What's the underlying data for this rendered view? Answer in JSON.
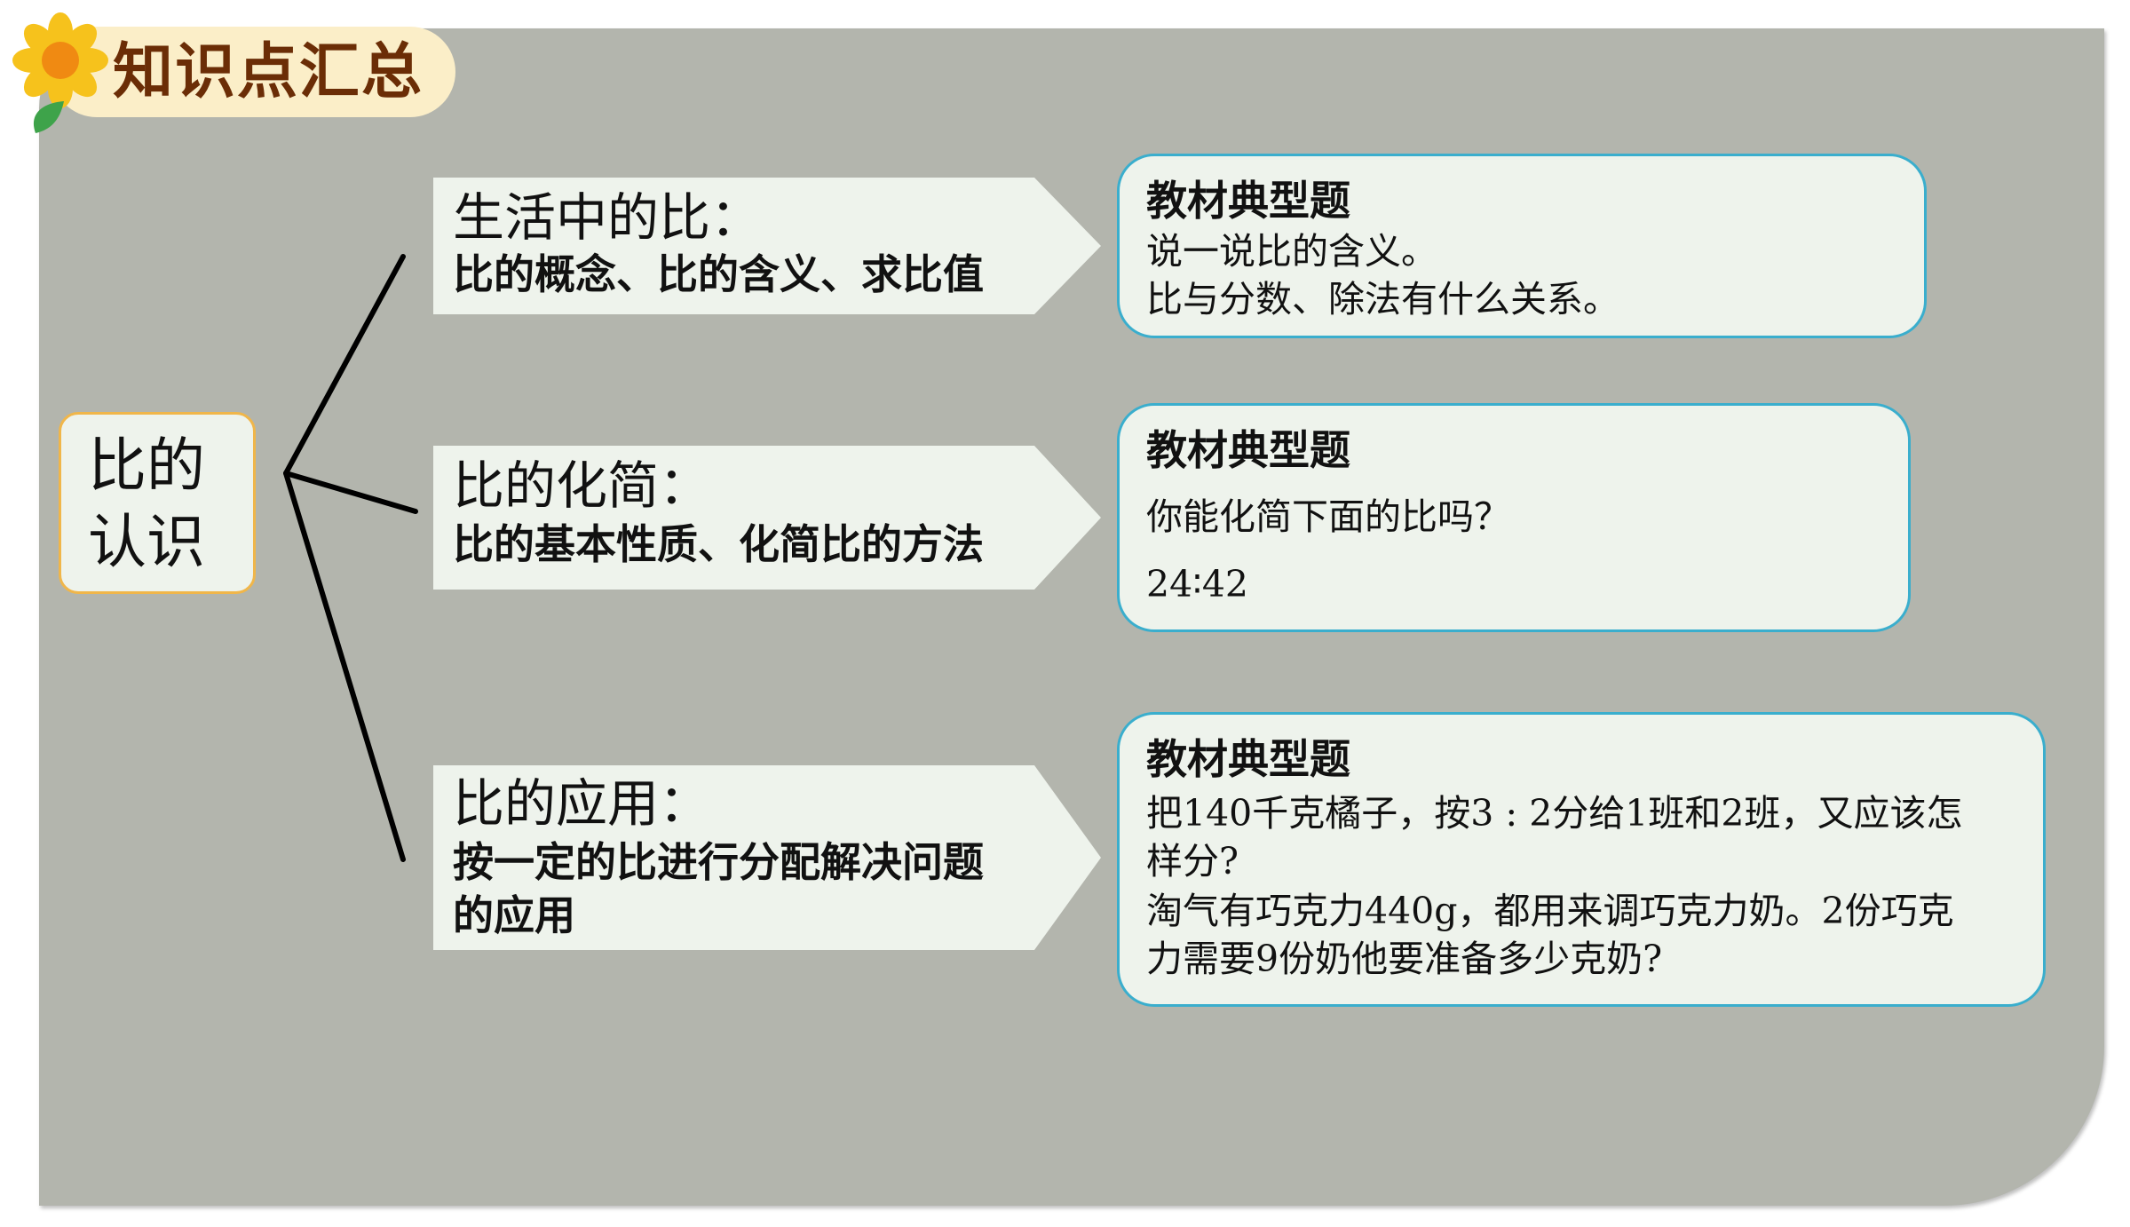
{
  "header": {
    "title": "知识点汇总",
    "icon": "sunflower-icon"
  },
  "root": {
    "line1": "比的",
    "line2": "认识"
  },
  "branches": [
    {
      "head": "生活中的比：",
      "sub": [
        "比的概念、比的含义、求比值"
      ]
    },
    {
      "head": "比的化简：",
      "sub": [
        "比的基本性质、化简比的方法"
      ]
    },
    {
      "head": "比的应用：",
      "sub": [
        "按一定的比进行分配解决问题",
        "的应用"
      ]
    }
  ],
  "cards": [
    {
      "title": "教材典型题",
      "lines": [
        "说一说比的含义。",
        "比与分数、除法有什么关系。"
      ]
    },
    {
      "title": "教材典型题",
      "lines": [
        "你能化简下面的比吗？",
        "24∶42"
      ]
    },
    {
      "title": "教材典型题",
      "lines": [
        "把140千克橘子，按3 : 2分给1班和2班，又应该怎",
        "样分?",
        "淘气有巧克力440g，都用来调巧克力奶。2份巧克",
        "力需要9份奶他要准备多少克奶?"
      ]
    }
  ],
  "colors": {
    "panel": "#b3b5ad",
    "badge": "#fbeec8",
    "title_text": "#6b2d06",
    "box_fill": "#eef3ec",
    "root_border": "#f0b64a",
    "card_border": "#3aaecd"
  }
}
